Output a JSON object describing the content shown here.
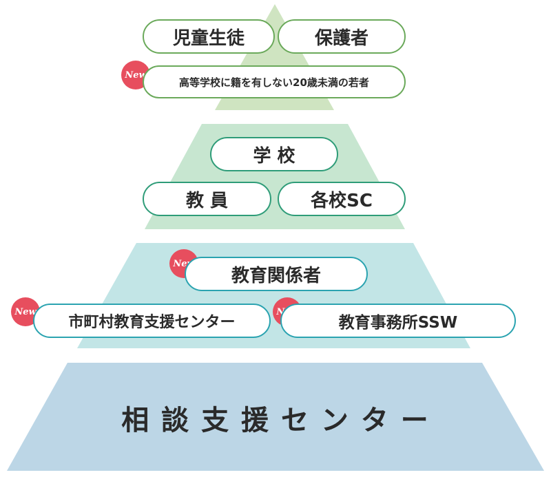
{
  "colors": {
    "tier1_fill": "#cfe4c1",
    "tier2_fill": "#c7e6d0",
    "tier3_fill": "#c2e5e6",
    "tier4_fill": "#bcd6e6",
    "new_badge": "#e74e5e"
  },
  "new_badge_label": "New",
  "tier1": {
    "pills": [
      "児童生徒",
      "保護者"
    ],
    "wide_pill": "高等学校に籍を有しない20歳未満の若者"
  },
  "tier2": {
    "pills": [
      "学 校",
      "教 員",
      "各校SC"
    ]
  },
  "tier3": {
    "pills": [
      "教育関係者",
      "市町村教育支援センター",
      "教育事務所SSW"
    ]
  },
  "tier4": {
    "label": "相 談 支 援 セ ン タ ー"
  }
}
